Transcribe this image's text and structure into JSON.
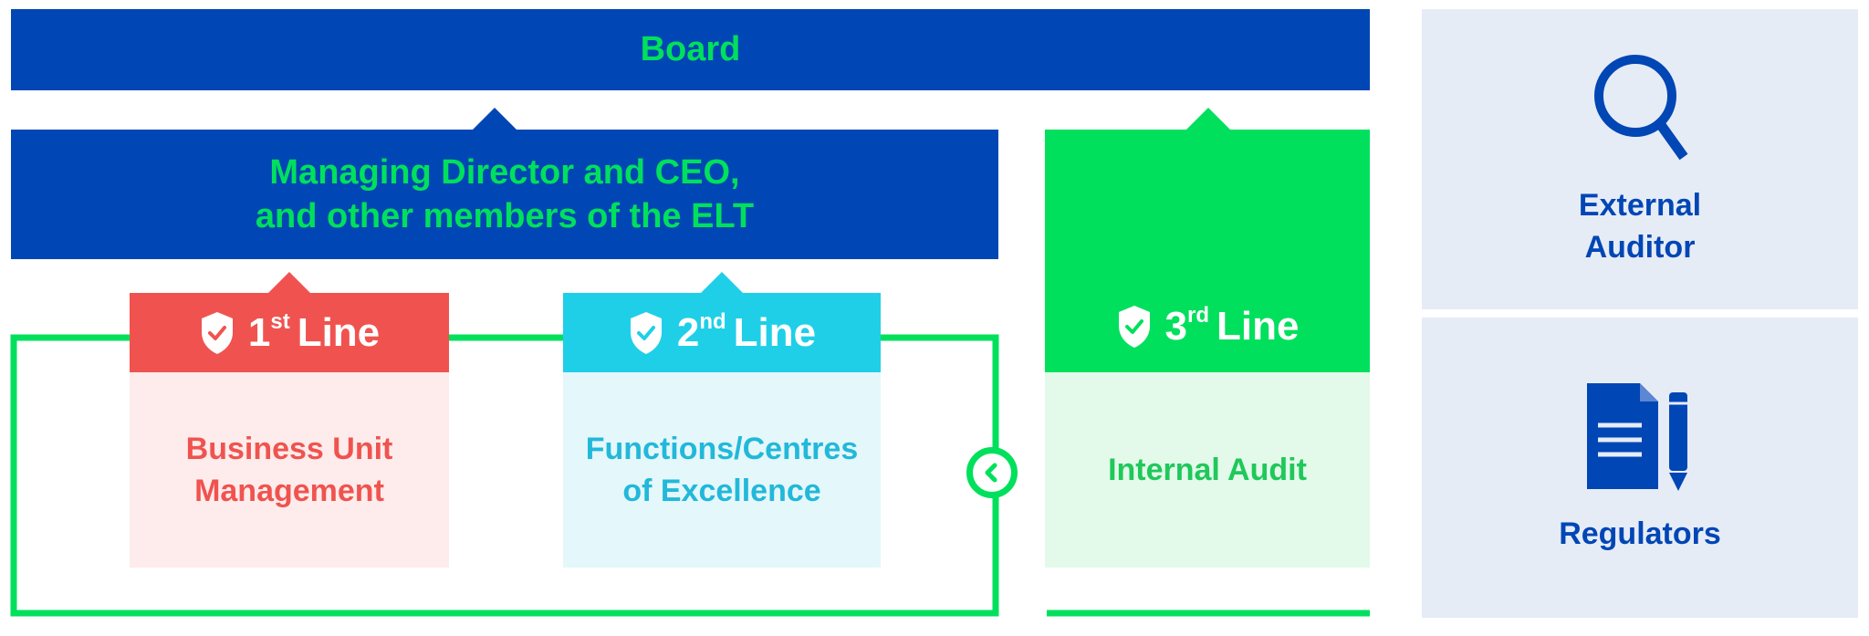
{
  "board": {
    "label": "Board"
  },
  "management": {
    "line1": "Managing Director and CEO,",
    "line2": "and other members of the ELT"
  },
  "first_line": {
    "ordinal": "1",
    "suffix": "st",
    "word": "Line",
    "line1": "Business Unit",
    "line2": "Management"
  },
  "second_line": {
    "ordinal": "2",
    "suffix": "nd",
    "word": "Line",
    "line1": "Functions/Centres",
    "line2": "of Excellence"
  },
  "third_line": {
    "ordinal": "3",
    "suffix": "rd",
    "word": "Line",
    "text": "Internal Audit"
  },
  "external_auditor": {
    "line1": "External",
    "line2": "Auditor",
    "icon": "search-icon"
  },
  "regulators": {
    "label": "Regulators",
    "icon": "document-pencil-icon"
  },
  "colors": {
    "navy": "#0046b5",
    "green": "#00e05c",
    "red": "#f0534f",
    "cyan": "#1fcfe8",
    "panel": "#e6ecf6"
  }
}
